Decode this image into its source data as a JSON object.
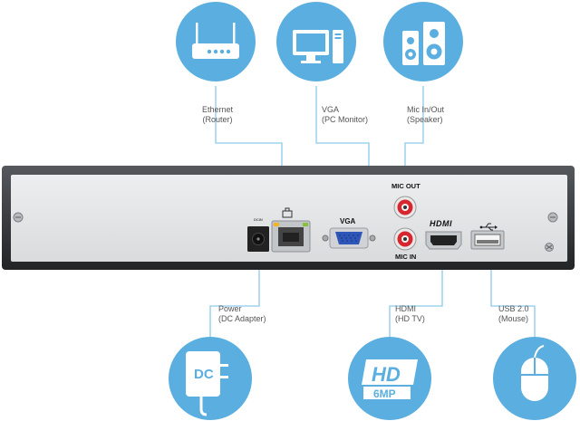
{
  "callouts": {
    "ethernet": {
      "line1": "Ethernet",
      "line2": "(Router)",
      "icon": "router-icon"
    },
    "vga": {
      "line1": "VGA",
      "line2": "(PC Monitor)",
      "icon": "pc-monitor-icon"
    },
    "mic": {
      "line1": "Mic In/Out",
      "line2": "(Speaker)",
      "icon": "speaker-icon"
    },
    "power": {
      "line1": "Power",
      "line2": "(DC Adapter)",
      "icon": "dc-adapter-icon",
      "badge": "DC"
    },
    "hdmi": {
      "line1": "HDMI",
      "line2": "(HD TV)",
      "icon": "hd-tv-icon",
      "badge_top": "HD",
      "badge_bottom": "6MP"
    },
    "usb": {
      "line1": "USB 2.0",
      "line2": "(Mouse)",
      "icon": "mouse-icon"
    }
  },
  "panel": {
    "vga_label": "VGA",
    "mic_out_label": "MIC OUT",
    "mic_in_label": "MIC IN",
    "hdmi_label": "HDMI",
    "power_small_label": "DCIN"
  },
  "colors": {
    "accent_blue": "#5aaee0",
    "callout_line": "#8ec9ec",
    "panel_face": "#e4e6e8",
    "panel_frame": "#3a3c3f",
    "mic_red": "#d8262f",
    "port_blue": "#2d56b8"
  }
}
